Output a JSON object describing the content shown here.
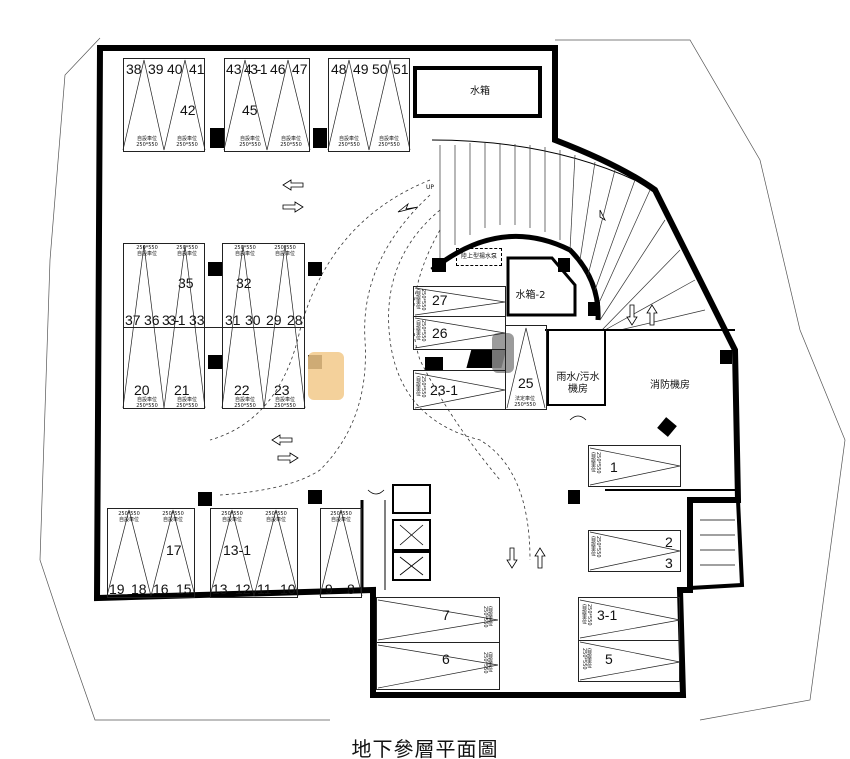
{
  "caption": "地下參層平面圖",
  "rooms": {
    "water_tank": "水箱",
    "water_tank_2": "水箱-2",
    "pump": "陸上型揚水泵",
    "rain_sewage_room": "雨水/污水機房",
    "fire_room": "消防機房",
    "up": "UP"
  },
  "space_tag": {
    "self": "自設車位",
    "legal": "法定車位",
    "size": "250*550"
  },
  "spaces": {
    "top": [
      "38",
      "39",
      "40",
      "41",
      "43",
      "43-1",
      "46",
      "47",
      "48",
      "49",
      "50",
      "51"
    ],
    "top_big": [
      "42",
      "45"
    ],
    "mid_left": [
      "35",
      "37",
      "36",
      "33-1",
      "33",
      "20",
      "21"
    ],
    "mid_right": [
      "32",
      "31",
      "30",
      "29",
      "28",
      "22",
      "23"
    ],
    "bottom": [
      "19",
      "18",
      "16",
      "15",
      "17",
      "13",
      "12",
      "11",
      "10",
      "13-1",
      "9",
      "8"
    ],
    "right": [
      "27",
      "26",
      "23-1",
      "25",
      "1",
      "2",
      "3",
      "7",
      "6",
      "3-1",
      "5"
    ]
  }
}
